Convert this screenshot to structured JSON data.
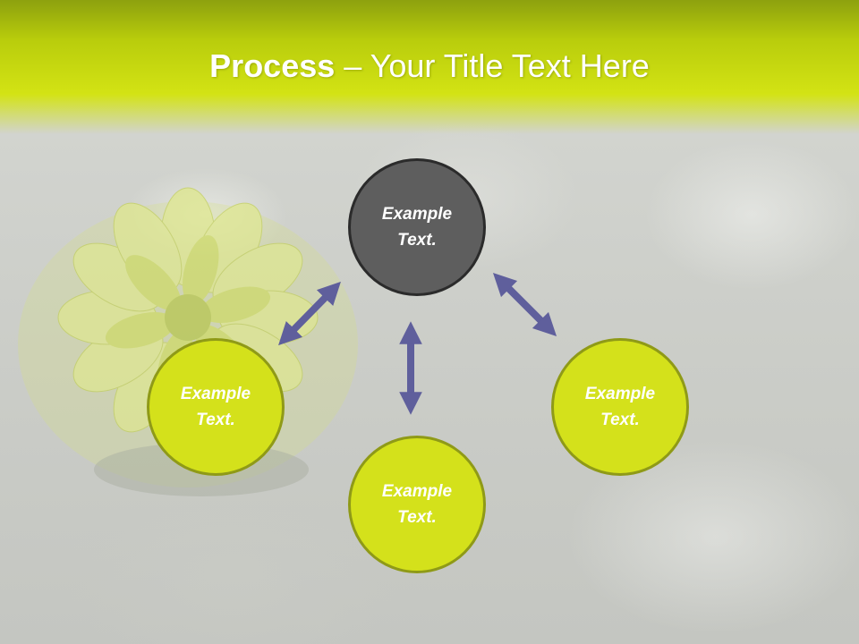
{
  "title": {
    "bold": "Process",
    "rest": " – Your Title Text Here"
  },
  "nodes": {
    "top": {
      "line1": "Example",
      "line2": "Text."
    },
    "left": {
      "line1": "Example",
      "line2": "Text."
    },
    "bottom": {
      "line1": "Example",
      "line2": "Text."
    },
    "right": {
      "line1": "Example",
      "line2": "Text."
    }
  },
  "colors": {
    "accent": "#d4e11b",
    "node_border": "#8f9a17",
    "center_node": "#5e5e5e",
    "arrow": "#5f5f9c"
  }
}
